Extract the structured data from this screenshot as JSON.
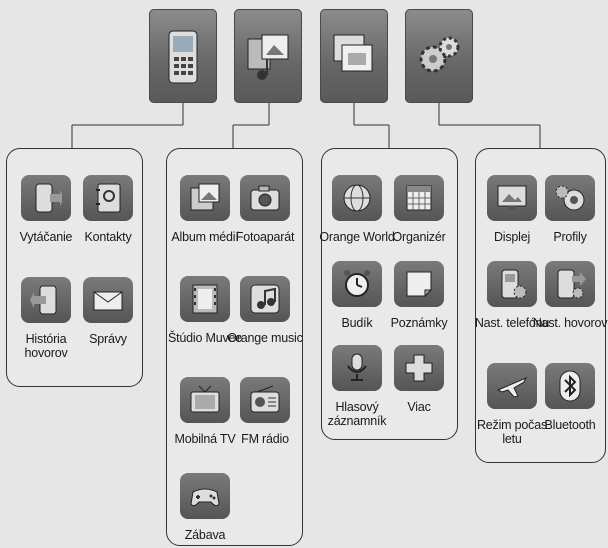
{
  "categories": [
    {
      "icon": "phone-icon"
    },
    {
      "icon": "media-icon"
    },
    {
      "icon": "windows-icon"
    },
    {
      "icon": "gears-icon"
    }
  ],
  "groups": [
    {
      "items": [
        {
          "label": "Vytáčanie",
          "icon": "dial-icon"
        },
        {
          "label": "Kontakty",
          "icon": "contacts-icon"
        },
        {
          "label": "História hovorov",
          "icon": "call-history-icon"
        },
        {
          "label": "Správy",
          "icon": "envelope-icon"
        }
      ]
    },
    {
      "items": [
        {
          "label": "Album médií",
          "icon": "media-album-icon"
        },
        {
          "label": "Fotoaparát",
          "icon": "camera-icon"
        },
        {
          "label": "Štúdio Muvee",
          "icon": "film-icon"
        },
        {
          "label": "Orange music",
          "icon": "music-icon"
        },
        {
          "label": "Mobilná TV",
          "icon": "tv-icon"
        },
        {
          "label": "FM rádio",
          "icon": "radio-icon"
        },
        {
          "label": "Zábava",
          "icon": "gamepad-icon"
        }
      ]
    },
    {
      "items": [
        {
          "label": "Orange World",
          "icon": "globe-icon"
        },
        {
          "label": "Organizér",
          "icon": "calendar-icon"
        },
        {
          "label": "Budík",
          "icon": "alarm-clock-icon"
        },
        {
          "label": "Poznámky",
          "icon": "notes-icon"
        },
        {
          "label": "Hlasový záznamník",
          "icon": "microphone-icon"
        },
        {
          "label": "Viac",
          "icon": "plus-icon"
        }
      ]
    },
    {
      "items": [
        {
          "label": "Displej",
          "icon": "display-icon"
        },
        {
          "label": "Profily",
          "icon": "speaker-icon"
        },
        {
          "label": "Nast. telefónu",
          "icon": "phone-settings-icon"
        },
        {
          "label": "Nast. hovorov",
          "icon": "call-settings-icon"
        },
        {
          "label": "Režim počas letu",
          "icon": "airplane-icon"
        },
        {
          "label": "Bluetooth",
          "icon": "bluetooth-icon"
        }
      ]
    }
  ]
}
